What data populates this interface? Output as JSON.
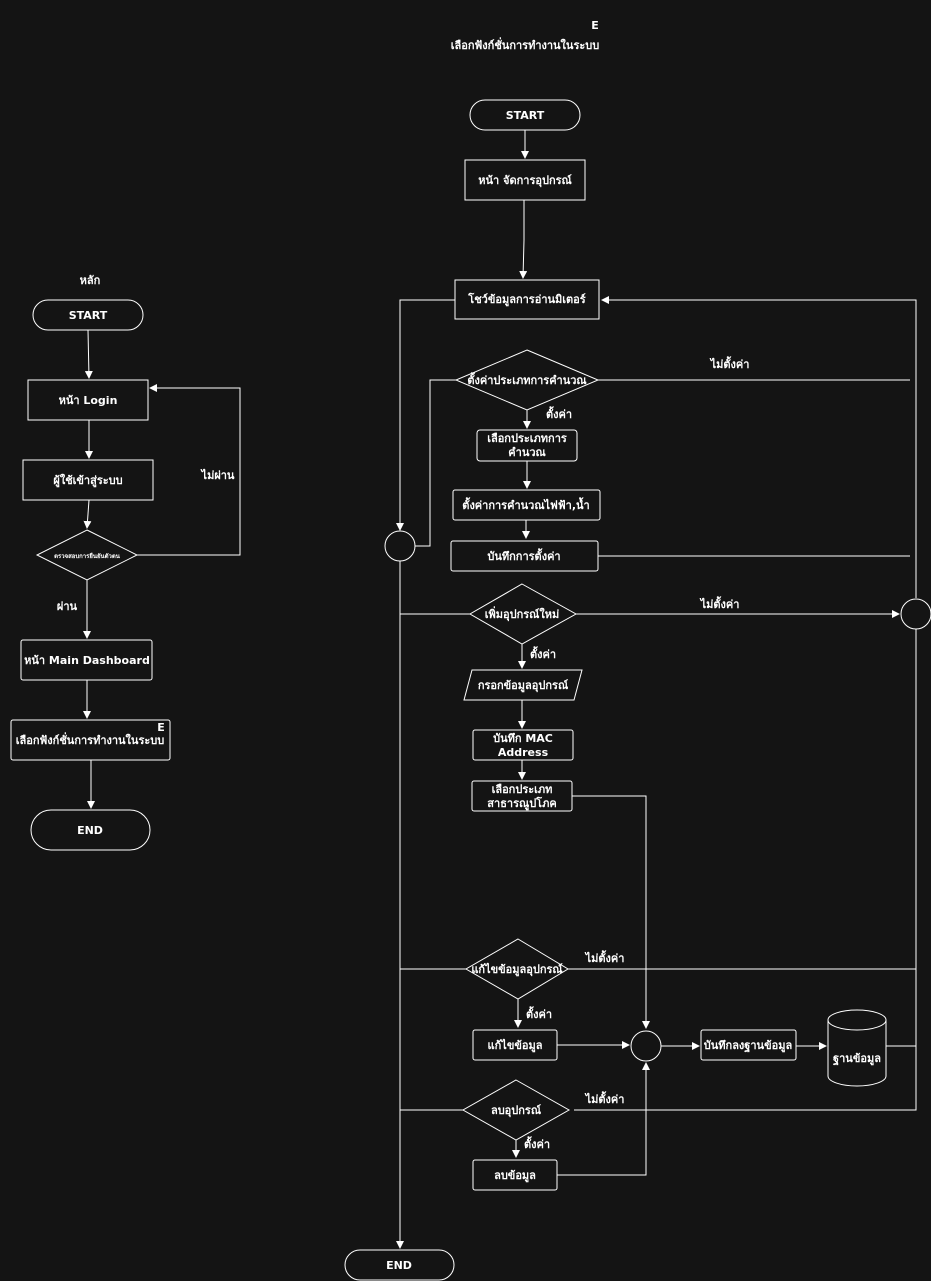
{
  "left": {
    "title": "หลัก",
    "start": "START",
    "login": "หน้า Login",
    "enter": "ผู้ใช้เข้าสู่ระบบ",
    "verify": "ตรวจสอบการยืนยันตัวตน",
    "fail": "ไม่ผ่าน",
    "pass": "ผ่าน",
    "dashboard": "หน้า Main Dashboard",
    "select_func": "เลือกฟังก์ชั่นการทำงานในระบบ",
    "marker": "E",
    "end": "END"
  },
  "right": {
    "marker": "E",
    "title": "เลือกฟังก์ชั่นการทำงานในระบบ",
    "start": "START",
    "manage": "หน้า จัดการอุปกรณ์",
    "show_meter": "โชว์ข้อมูลการอ่านมิเตอร์",
    "set_calc_type": "ตั้งค่าประเภทการคำนวณ",
    "no_set_1": "ไม่ตั้งค่า",
    "set_1": "ตั้งค่า",
    "choose_calc_line1": "เลือกประเภทการ",
    "choose_calc_line2": "คำนวณ",
    "set_calc": "ตั้งค่าการคำนวณไฟฟ้า,น้ำ",
    "save_settings": "บันทึกการตั้งค่า",
    "add_device": "เพิ่มอุปกรณ์ใหม่",
    "no_set_2": "ไม่ตั้งค่า",
    "set_2": "ตั้งค่า",
    "enter_device": "กรอกข้อมูลอุปกรณ์",
    "save_mac_line1": "บันทึก MAC",
    "save_mac_line2": "Address",
    "choose_utility_line1": "เลือกประเภท",
    "choose_utility_line2": "สาธารณูปโภค",
    "edit_device": "แก้ไขข้อมูลอุปกรณ์",
    "no_set_3": "ไม่ตั้งค่า",
    "set_3": "ตั้งค่า",
    "edit_data": "แก้ไขข้อมูล",
    "save_db": "บันทึกลงฐานข้อมูล",
    "database": "ฐานข้อมูล",
    "delete_device": "ลบอุปกรณ์",
    "no_set_4": "ไม่ตั้งค่า",
    "set_4": "ตั้งค่า",
    "delete_data": "ลบข้อมูล",
    "end": "END"
  }
}
